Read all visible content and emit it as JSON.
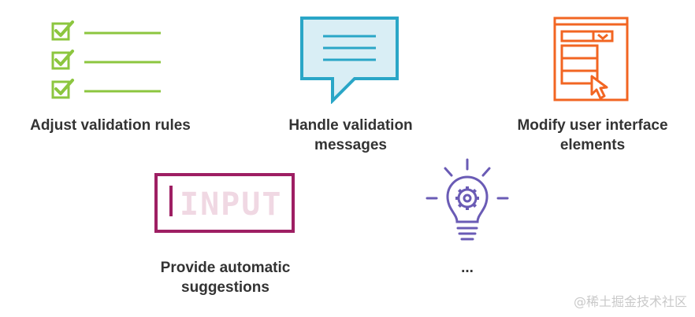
{
  "items": [
    {
      "label": "Adjust validation rules",
      "icon": "checklist-icon",
      "color": "#8cc63f"
    },
    {
      "label_line1": "Handle validation",
      "label_line2": "messages",
      "icon": "speech-bubble-icon",
      "color": "#2aa6c7",
      "fill": "#d9eef5"
    },
    {
      "label_line1": "Modify user interface",
      "label_line2": "elements",
      "icon": "ui-window-cursor-icon",
      "color": "#f26522"
    },
    {
      "label_line1": "Provide automatic",
      "label_line2": "suggestions",
      "icon": "input-field-icon",
      "input_text": "INPUT",
      "color": "#9e1f63"
    },
    {
      "label": "...",
      "icon": "lightbulb-gear-icon",
      "color": "#6a5bb5"
    }
  ],
  "watermark": "@稀土掘金技术社区"
}
